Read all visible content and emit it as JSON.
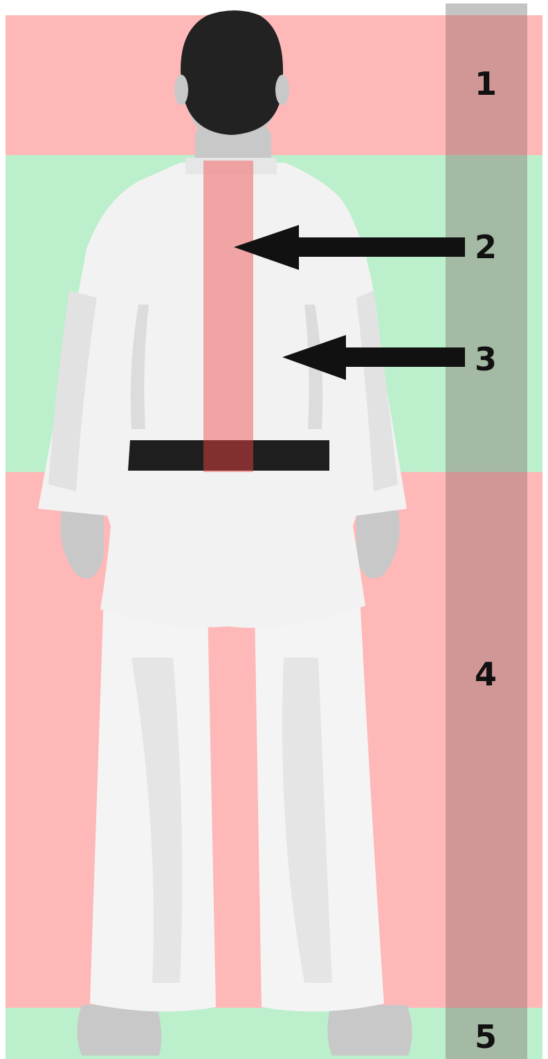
{
  "zones": [
    {
      "id": "zone-1",
      "label": "1",
      "kind": "target-zone",
      "color": "#ffb8b8"
    },
    {
      "id": "zone-2-3",
      "label": "",
      "kind": "non-target-zone",
      "color": "#bcefcc"
    },
    {
      "id": "zone-4",
      "label": "4",
      "kind": "target-zone",
      "color": "#ffb8b8"
    },
    {
      "id": "zone-5",
      "label": "5",
      "kind": "non-target-zone",
      "color": "#bcefcc"
    }
  ],
  "callouts": [
    {
      "id": "callout-2",
      "label": "2",
      "points_to": "spine-strip"
    },
    {
      "id": "callout-3",
      "label": "3",
      "points_to": "back-side"
    }
  ],
  "figure": {
    "subject": "judoka-back-view",
    "gi_color": "#f2f2f2",
    "belt_color": "#1e1e1e",
    "hair_color": "#222222",
    "skin_color": "#c8c8c8",
    "spine_strip_color": "#f08a8a"
  },
  "side_bar_color": "#888888"
}
